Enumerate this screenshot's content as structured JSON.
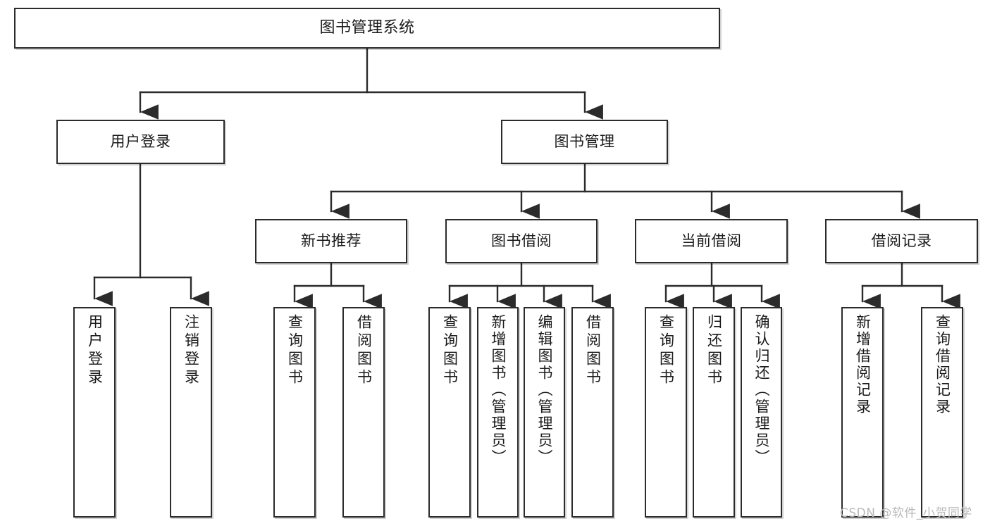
{
  "diagram": {
    "title": "图书管理系统",
    "type": "tree-hierarchy",
    "watermark": "CSDN @软件_小贺同学",
    "line_color": "#2b2b2b",
    "box_fill": "#ffffff",
    "root": {
      "label": "图书管理系统"
    },
    "level2": [
      {
        "label": "用户登录"
      },
      {
        "label": "图书管理"
      }
    ],
    "level3": [
      {
        "label": "新书推荐"
      },
      {
        "label": "图书借阅"
      },
      {
        "label": "当前借阅"
      },
      {
        "label": "借阅记录"
      }
    ],
    "leaves": {
      "user_login": [
        {
          "label": "用户登录"
        },
        {
          "label": "注销登录"
        }
      ],
      "new_book_recommend": [
        {
          "label": "查询图书"
        },
        {
          "label": "借阅图书"
        }
      ],
      "book_borrow": [
        {
          "label": "查询图书"
        },
        {
          "label": "新增图书（管理员）"
        },
        {
          "label": "编辑图书（管理员）"
        },
        {
          "label": "借阅图书"
        }
      ],
      "current_borrow": [
        {
          "label": "查询图书"
        },
        {
          "label": "归还图书"
        },
        {
          "label": "确认归还（管理员）"
        }
      ],
      "borrow_record": [
        {
          "label": "新增借阅记录"
        },
        {
          "label": "查询借阅记录"
        }
      ]
    }
  }
}
